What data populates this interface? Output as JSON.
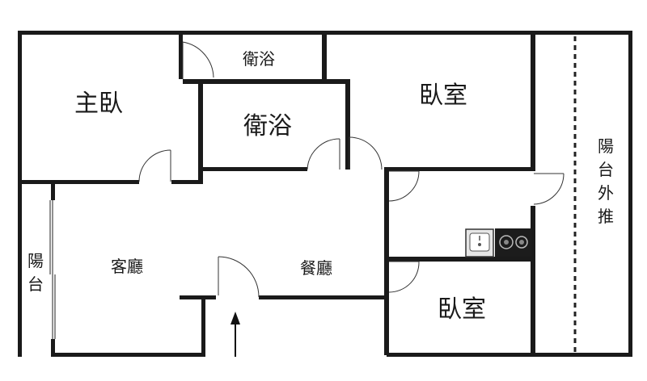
{
  "rooms": {
    "master_bedroom": "主臥",
    "bathroom_small": "衛浴",
    "bathroom_main": "衛浴",
    "bedroom_top": "臥室",
    "bedroom_bottom": "臥室",
    "living_room": "客廳",
    "dining_room": "餐廳",
    "balcony_left": [
      "陽",
      "台"
    ],
    "balcony_right": [
      "陽",
      "台",
      "外",
      "推"
    ]
  },
  "icons": {
    "entrance": "entrance-arrow-icon",
    "sink": "sink-icon",
    "stove": "stove-icon"
  }
}
